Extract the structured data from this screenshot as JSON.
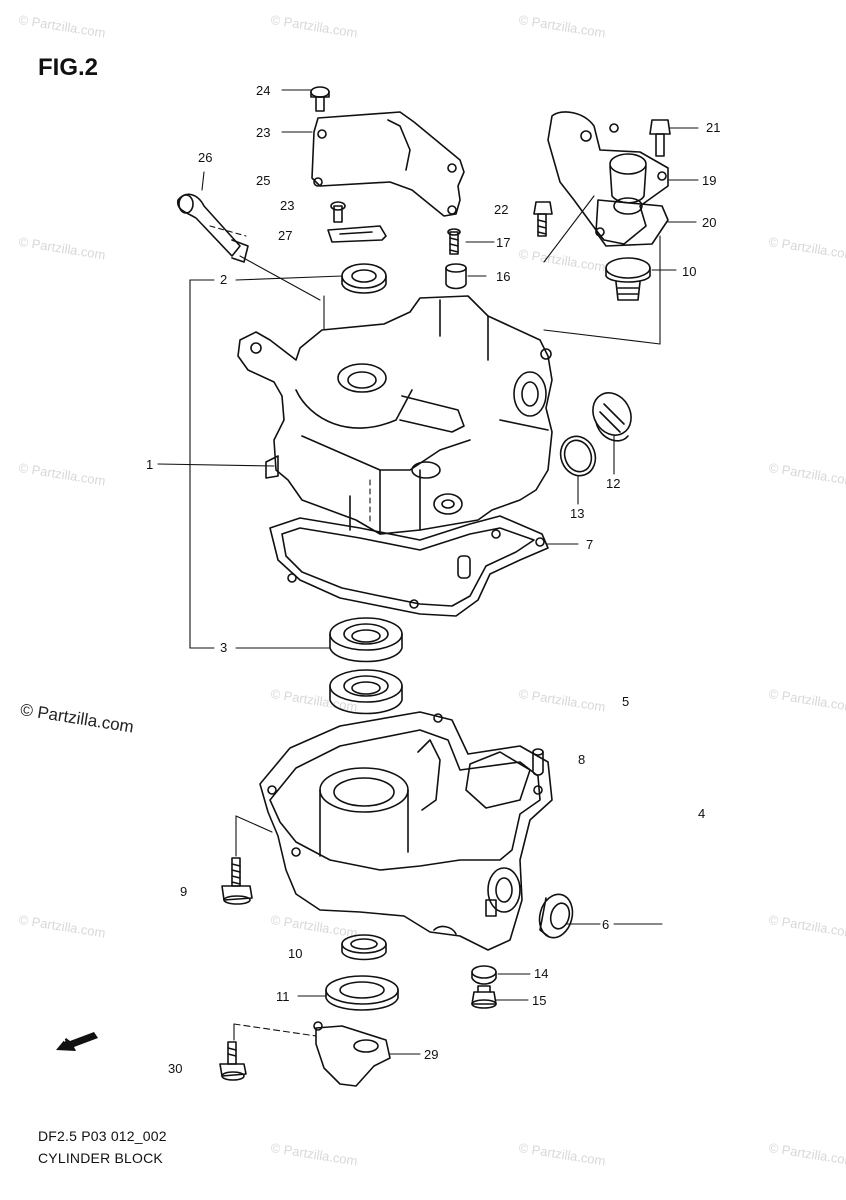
{
  "figure": {
    "title": "FIG.2"
  },
  "footer": {
    "code": "DF2.5 P03 012_002",
    "name": "CYLINDER BLOCK"
  },
  "copyright": "© Partzilla.com",
  "watermark": "© Partzilla.com",
  "fwd_label": "FWD",
  "callouts": [
    {
      "id": "24",
      "label": "24"
    },
    {
      "id": "23a",
      "label": "23"
    },
    {
      "id": "25",
      "label": "25"
    },
    {
      "id": "26",
      "label": "26"
    },
    {
      "id": "23b",
      "label": "23"
    },
    {
      "id": "27",
      "label": "27"
    },
    {
      "id": "22",
      "label": "22"
    },
    {
      "id": "17",
      "label": "17"
    },
    {
      "id": "16",
      "label": "16"
    },
    {
      "id": "21",
      "label": "21"
    },
    {
      "id": "19",
      "label": "19"
    },
    {
      "id": "20",
      "label": "20"
    },
    {
      "id": "10a",
      "label": "10"
    },
    {
      "id": "2",
      "label": "2"
    },
    {
      "id": "1",
      "label": "1"
    },
    {
      "id": "12",
      "label": "12"
    },
    {
      "id": "13",
      "label": "13"
    },
    {
      "id": "7",
      "label": "7"
    },
    {
      "id": "3",
      "label": "3"
    },
    {
      "id": "5",
      "label": "5"
    },
    {
      "id": "8",
      "label": "8"
    },
    {
      "id": "4",
      "label": "4"
    },
    {
      "id": "9",
      "label": "9"
    },
    {
      "id": "6",
      "label": "6"
    },
    {
      "id": "10b",
      "label": "10"
    },
    {
      "id": "14",
      "label": "14"
    },
    {
      "id": "11",
      "label": "11"
    },
    {
      "id": "15",
      "label": "15"
    },
    {
      "id": "30",
      "label": "30"
    },
    {
      "id": "29",
      "label": "29"
    }
  ]
}
